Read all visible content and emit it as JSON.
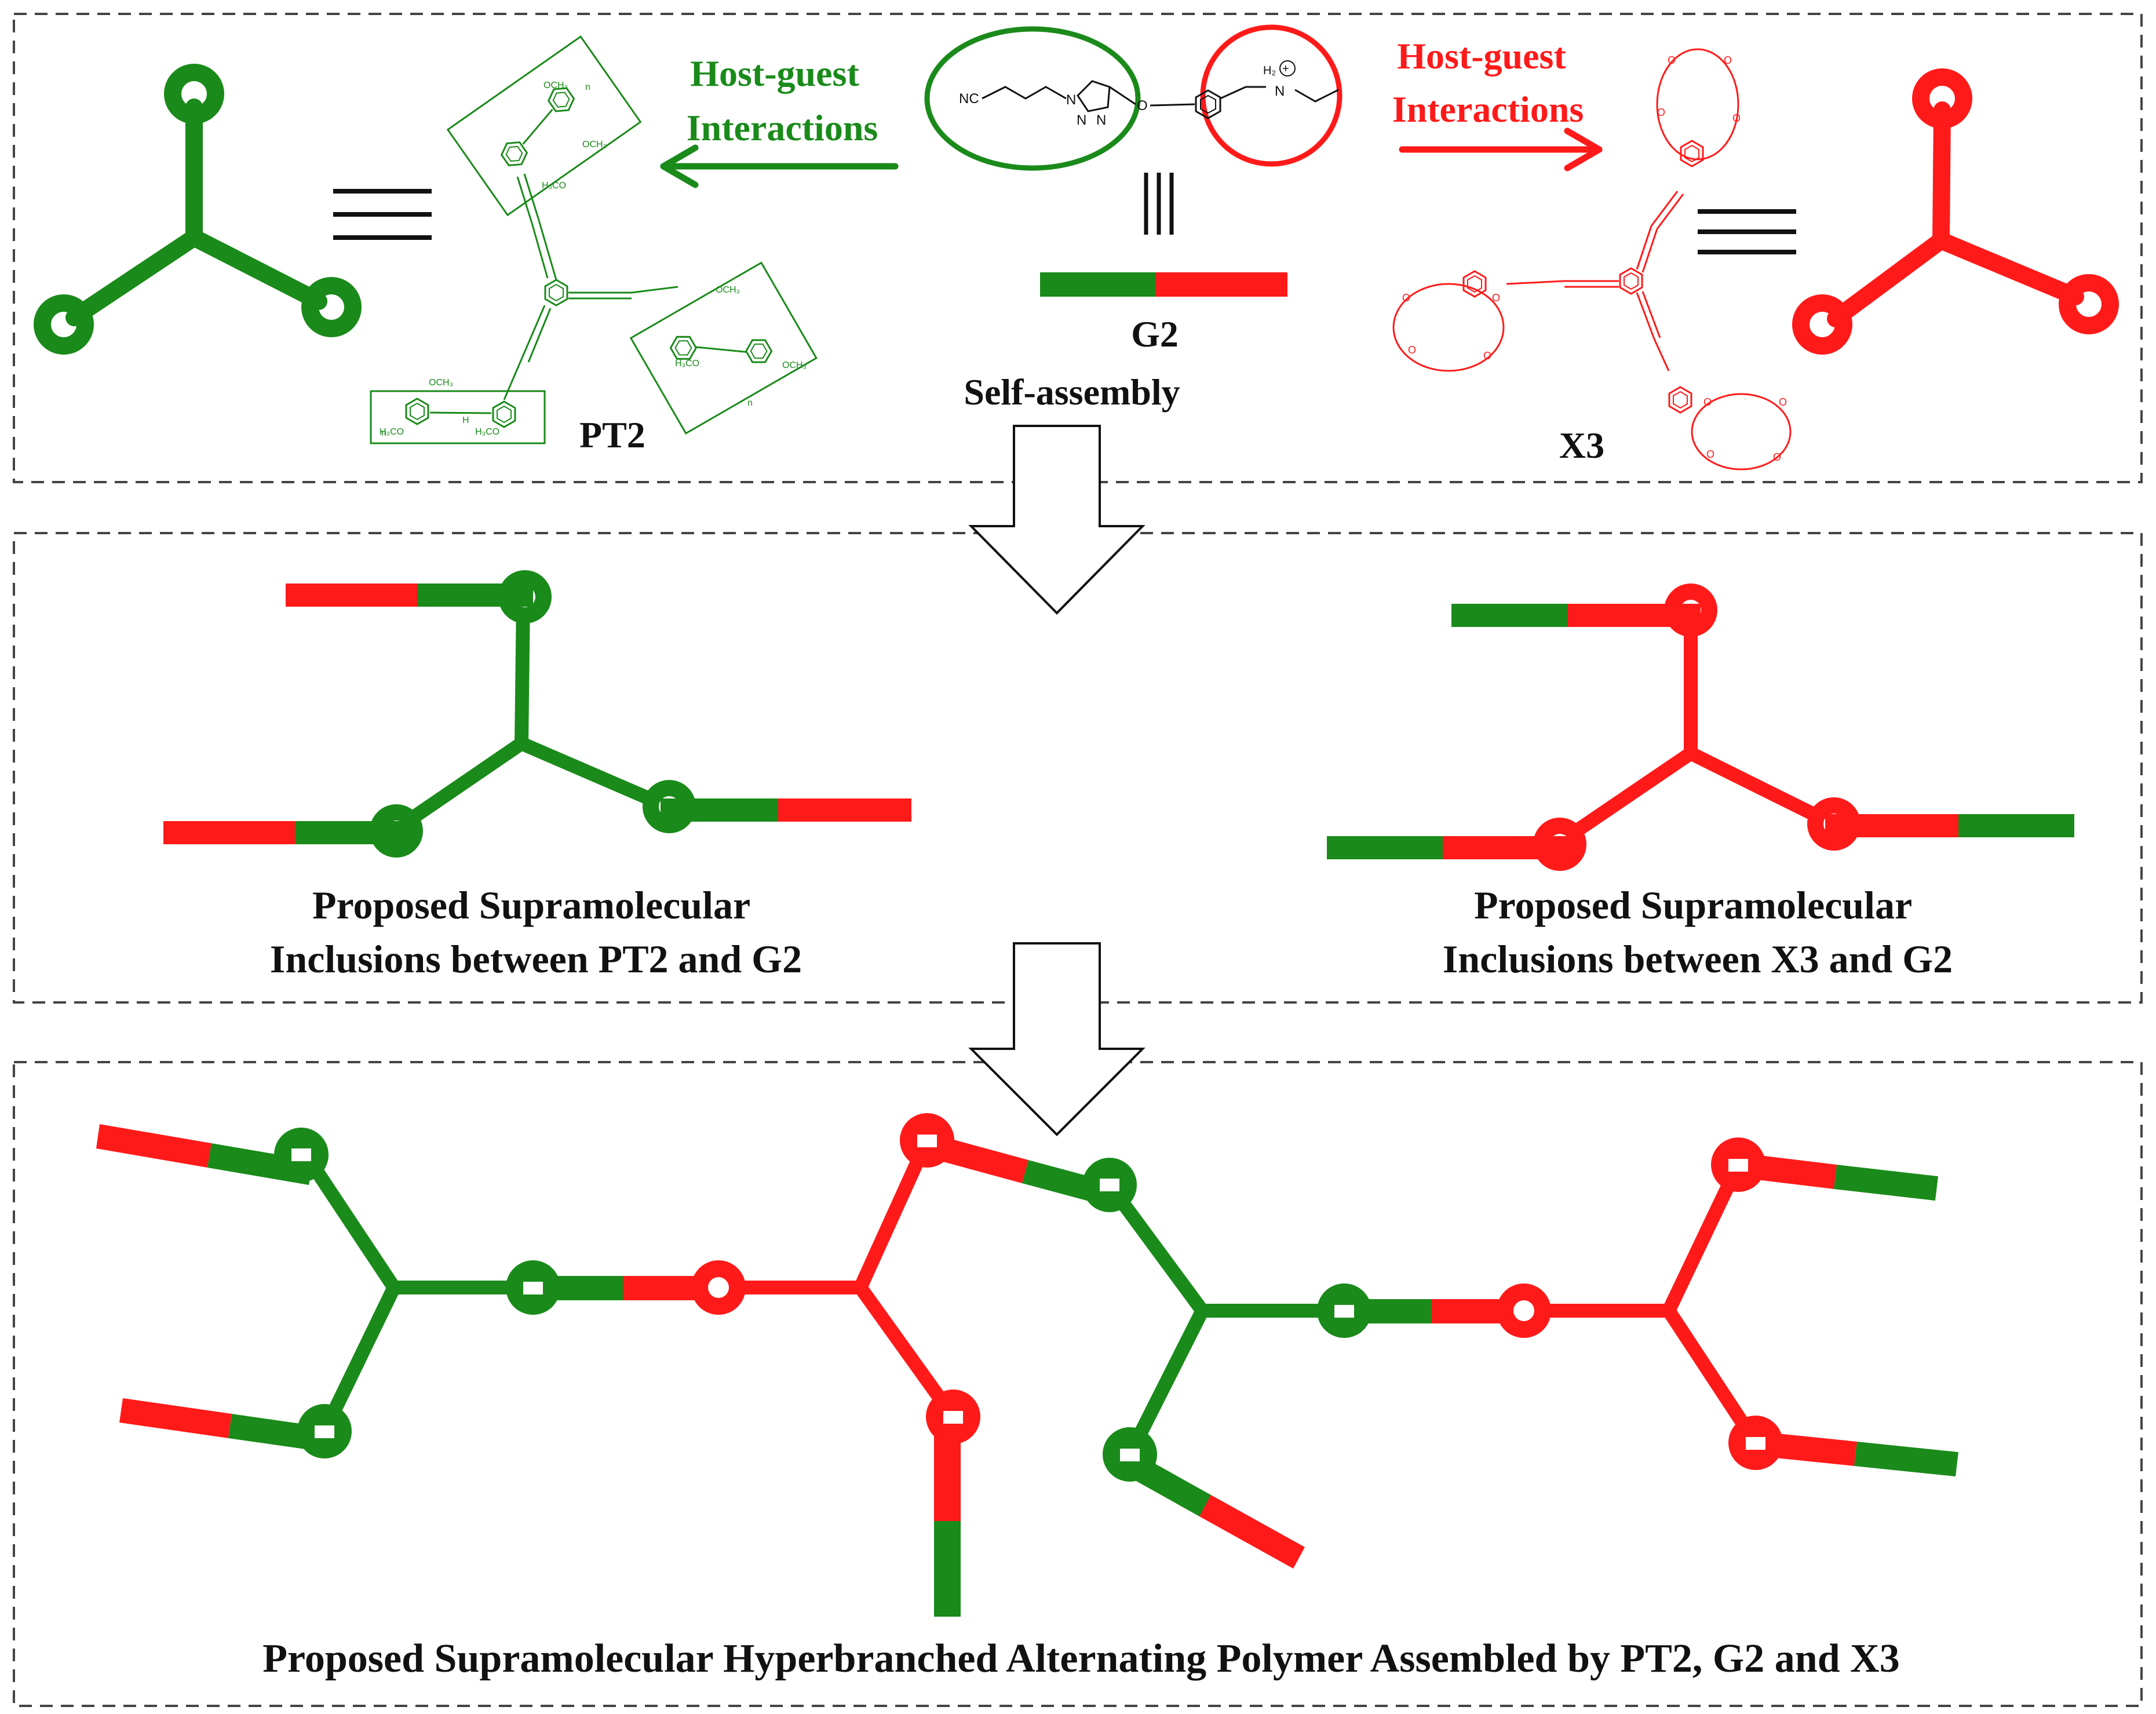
{
  "colors": {
    "green": "#1a8a1a",
    "red": "#ff1a1a",
    "black": "#111111",
    "frame": "#444444"
  },
  "top": {
    "left_interaction": "Host-guest\nInteractions",
    "right_interaction": "Host-guest\nInteractions",
    "pt2_label": "PT2",
    "x3_label": "X3",
    "g2_label": "G2",
    "self_assembly": "Self-assembly",
    "equiv_symbol": "≡",
    "g2_atoms": {
      "nc": "NC",
      "n1": "N",
      "n2": "N",
      "n3": "N",
      "o": "O",
      "nh": "N",
      "h2": "H₂",
      "plus": "+"
    },
    "pt2_groups": {
      "ome": "OCH₃",
      "meo": "H₃CO",
      "h": "H",
      "n": "n"
    },
    "x3_atoms": {
      "o": "O"
    }
  },
  "middle": {
    "left_caption": "Proposed Supramolecular\nInclusions between PT2 and G2",
    "right_caption": "Proposed Supramolecular\nInclusions between X3 and G2"
  },
  "bottom": {
    "caption": "Proposed Supramolecular Hyperbranched Alternating Polymer Assembled by PT2, G2 and X3"
  }
}
